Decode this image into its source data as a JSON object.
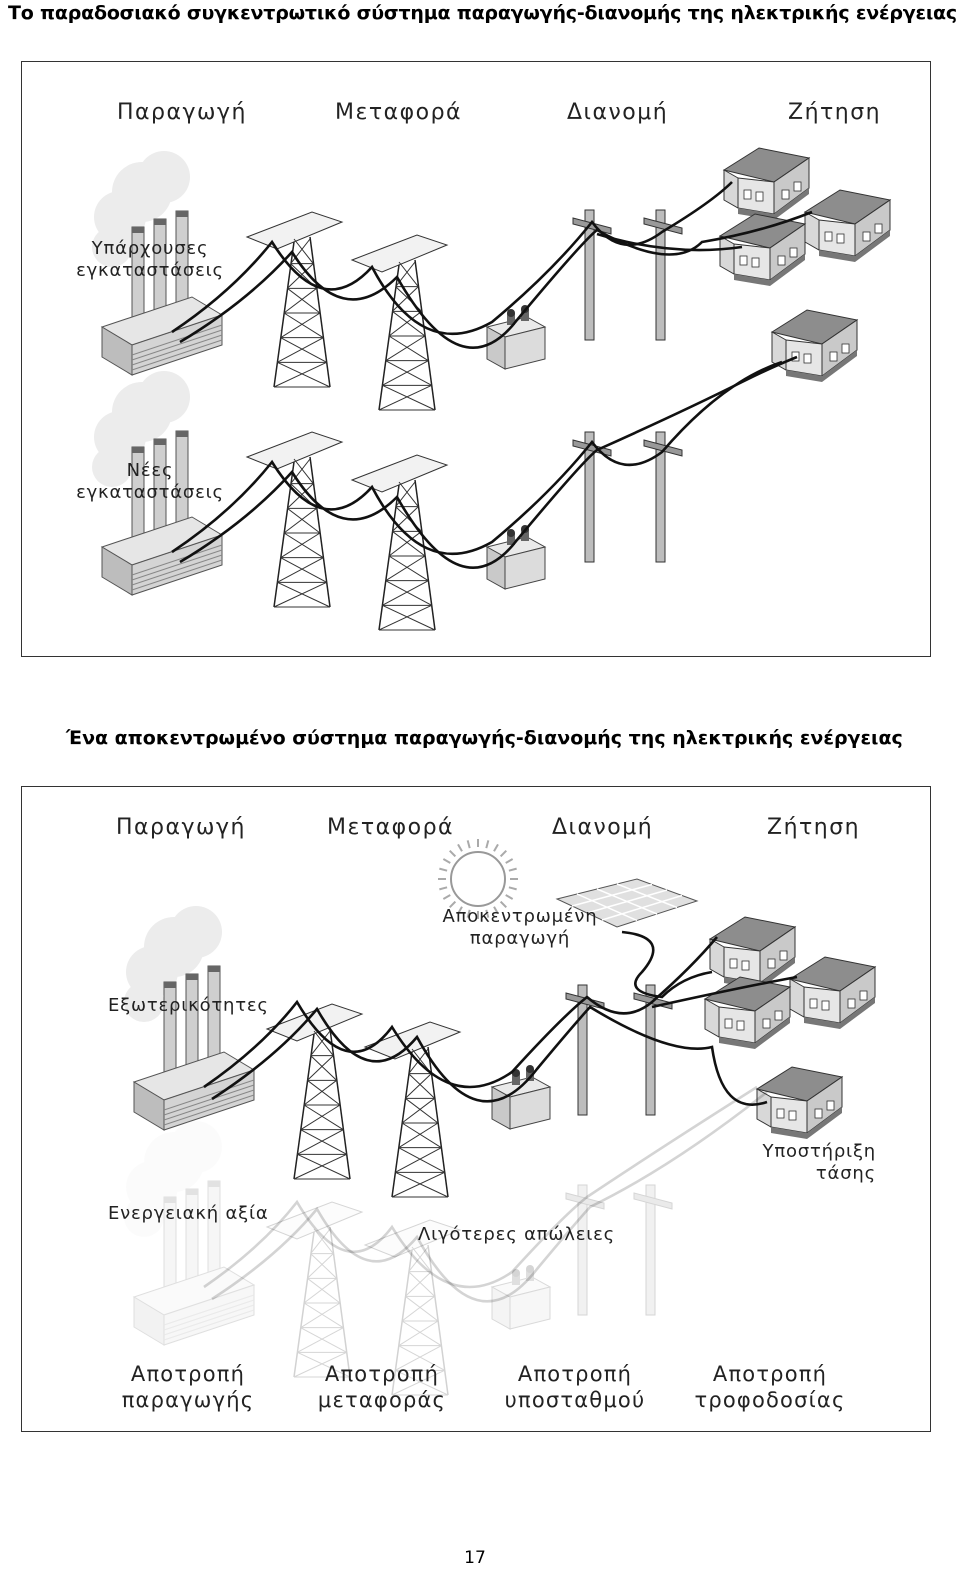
{
  "title_centralized": "Το παραδοσιακό συγκεντρωτικό σύστημα παραγωγής-διανομής της ηλεκτρικής ενέργειας",
  "title_decentralized": "Ένα αποκεντρωμένο σύστημα παραγωγής-διανομής της ηλεκτρικής ενέργειας",
  "panel1": {
    "stages": {
      "generation": "Παραγωγή",
      "transmission": "Μεταφορά",
      "distribution": "Διανομή",
      "demand": "Ζήτηση"
    },
    "existing_plants_line1": "Υπάρχουσες",
    "existing_plants_line2": "εγκαταστάσεις",
    "new_plants_line1": "Νέες",
    "new_plants_line2": "εγκαταστάσεις"
  },
  "panel2": {
    "stages": {
      "generation": "Παραγωγή",
      "transmission": "Μεταφορά",
      "distribution": "Διανομή",
      "demand": "Ζήτηση"
    },
    "distributed_gen_line1": "Αποκεντρωμένη",
    "distributed_gen_line2": "παραγωγή",
    "externalities": "Εξωτερικότητες",
    "voltage_support_line1": "Υποστήριξη",
    "voltage_support_line2": "τάσης",
    "energy_value": "Ενεργειακή αξία",
    "fewer_losses": "Λιγότερες απώλειες",
    "avoided": [
      {
        "line1": "Αποτροπή",
        "line2": "παραγωγής"
      },
      {
        "line1": "Αποτροπή",
        "line2": "μεταφοράς"
      },
      {
        "line1": "Αποτροπή",
        "line2": "υποσταθμού"
      },
      {
        "line1": "Αποτροπή",
        "line2": "τροφοδοσίας"
      }
    ]
  },
  "page_number": "17"
}
